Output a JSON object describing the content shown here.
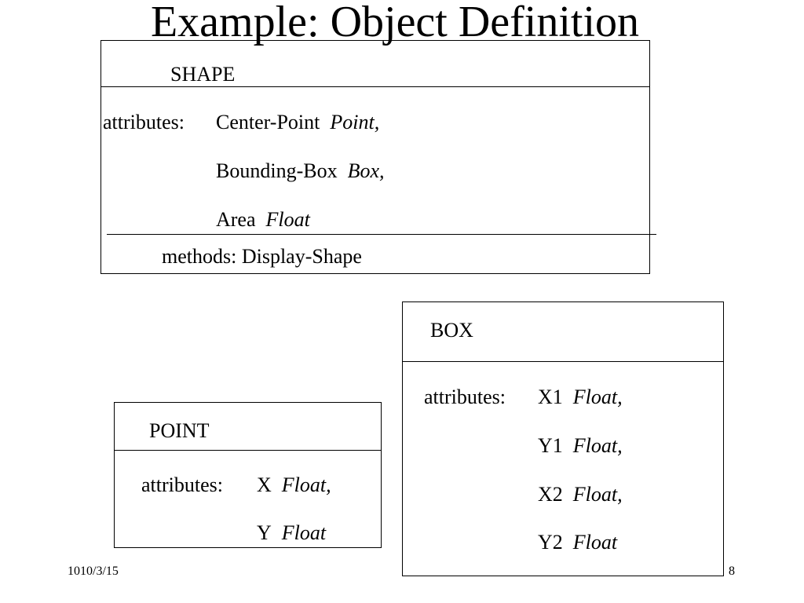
{
  "slide": {
    "title": "Example: Object Definition",
    "footer_date": "1010/3/15",
    "page_number": "8"
  },
  "shape": {
    "name": "SHAPE",
    "attributes_label": "attributes:",
    "attributes": [
      {
        "name": "Center-Point",
        "type": "Point,"
      },
      {
        "name": "Bounding-Box",
        "type": "Box,"
      },
      {
        "name": "Area",
        "type": "Float"
      }
    ],
    "methods_label": "methods:",
    "method": "Display-Shape"
  },
  "box": {
    "name": "BOX",
    "attributes_label": "attributes:",
    "attributes": [
      {
        "name": "X1",
        "type": "Float,"
      },
      {
        "name": "Y1",
        "type": "Float,"
      },
      {
        "name": "X2",
        "type": "Float,"
      },
      {
        "name": "Y2",
        "type": "Float"
      }
    ]
  },
  "point": {
    "name": "POINT",
    "attributes_label": "attributes:",
    "attributes": [
      {
        "name": "X",
        "type": "Float,"
      },
      {
        "name": "Y",
        "type": "Float"
      }
    ]
  }
}
